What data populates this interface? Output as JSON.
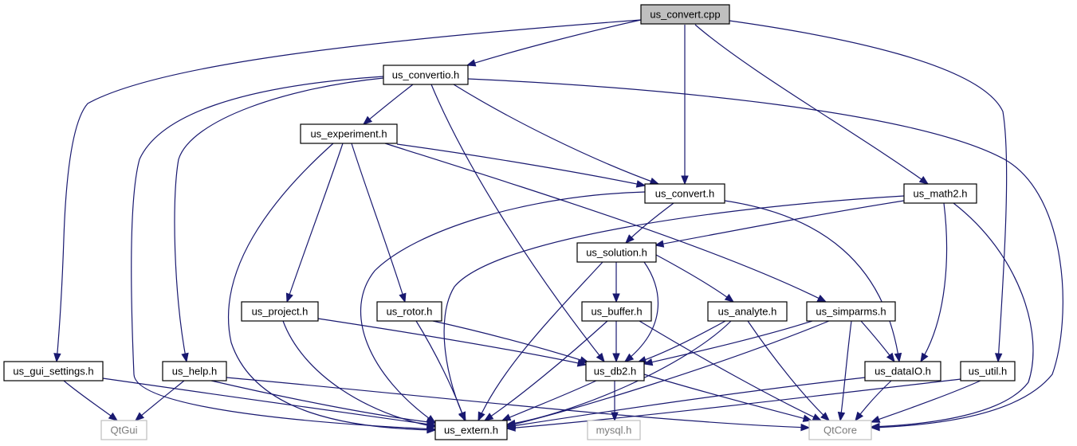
{
  "diagram": {
    "nodes": [
      {
        "id": "us_convert_cpp",
        "label": "us_convert.cpp",
        "kind": "root"
      },
      {
        "id": "us_convertio_h",
        "label": "us_convertio.h",
        "kind": "header"
      },
      {
        "id": "us_experiment_h",
        "label": "us_experiment.h",
        "kind": "header"
      },
      {
        "id": "us_convert_h",
        "label": "us_convert.h",
        "kind": "header"
      },
      {
        "id": "us_math2_h",
        "label": "us_math2.h",
        "kind": "header"
      },
      {
        "id": "us_solution_h",
        "label": "us_solution.h",
        "kind": "header"
      },
      {
        "id": "us_project_h",
        "label": "us_project.h",
        "kind": "header"
      },
      {
        "id": "us_rotor_h",
        "label": "us_rotor.h",
        "kind": "header"
      },
      {
        "id": "us_buffer_h",
        "label": "us_buffer.h",
        "kind": "header"
      },
      {
        "id": "us_analyte_h",
        "label": "us_analyte.h",
        "kind": "header"
      },
      {
        "id": "us_simparms_h",
        "label": "us_simparms.h",
        "kind": "header"
      },
      {
        "id": "us_gui_settings_h",
        "label": "us_gui_settings.h",
        "kind": "header"
      },
      {
        "id": "us_help_h",
        "label": "us_help.h",
        "kind": "header"
      },
      {
        "id": "us_db2_h",
        "label": "us_db2.h",
        "kind": "header"
      },
      {
        "id": "us_dataIO_h",
        "label": "us_dataIO.h",
        "kind": "header"
      },
      {
        "id": "us_util_h",
        "label": "us_util.h",
        "kind": "header"
      },
      {
        "id": "QtGui",
        "label": "QtGui",
        "kind": "external"
      },
      {
        "id": "us_extern_h",
        "label": "us_extern.h",
        "kind": "header"
      },
      {
        "id": "mysql_h",
        "label": "mysql.h",
        "kind": "external"
      },
      {
        "id": "QtCore",
        "label": "QtCore",
        "kind": "external"
      }
    ],
    "edges": [
      {
        "from": "us_convert_cpp",
        "to": "us_convertio_h"
      },
      {
        "from": "us_convert_cpp",
        "to": "us_gui_settings_h"
      },
      {
        "from": "us_convert_cpp",
        "to": "us_convert_h"
      },
      {
        "from": "us_convert_cpp",
        "to": "us_math2_h"
      },
      {
        "from": "us_convert_cpp",
        "to": "us_util_h"
      },
      {
        "from": "us_convertio_h",
        "to": "us_extern_h"
      },
      {
        "from": "us_convertio_h",
        "to": "us_help_h"
      },
      {
        "from": "us_convertio_h",
        "to": "us_experiment_h"
      },
      {
        "from": "us_convertio_h",
        "to": "us_db2_h"
      },
      {
        "from": "us_convertio_h",
        "to": "us_convert_h"
      },
      {
        "from": "us_convertio_h",
        "to": "QtCore"
      },
      {
        "from": "us_experiment_h",
        "to": "us_extern_h"
      },
      {
        "from": "us_experiment_h",
        "to": "us_project_h"
      },
      {
        "from": "us_experiment_h",
        "to": "us_rotor_h"
      },
      {
        "from": "us_experiment_h",
        "to": "us_convert_h"
      },
      {
        "from": "us_experiment_h",
        "to": "us_simparms_h"
      },
      {
        "from": "us_convert_h",
        "to": "us_extern_h"
      },
      {
        "from": "us_convert_h",
        "to": "us_solution_h"
      },
      {
        "from": "us_convert_h",
        "to": "us_dataIO_h"
      },
      {
        "from": "us_math2_h",
        "to": "us_extern_h"
      },
      {
        "from": "us_math2_h",
        "to": "us_solution_h"
      },
      {
        "from": "us_math2_h",
        "to": "us_dataIO_h"
      },
      {
        "from": "us_math2_h",
        "to": "QtCore"
      },
      {
        "from": "us_solution_h",
        "to": "us_extern_h"
      },
      {
        "from": "us_solution_h",
        "to": "us_buffer_h"
      },
      {
        "from": "us_solution_h",
        "to": "us_db2_h"
      },
      {
        "from": "us_solution_h",
        "to": "us_analyte_h"
      },
      {
        "from": "us_project_h",
        "to": "us_extern_h"
      },
      {
        "from": "us_project_h",
        "to": "us_db2_h"
      },
      {
        "from": "us_rotor_h",
        "to": "us_extern_h"
      },
      {
        "from": "us_rotor_h",
        "to": "us_db2_h"
      },
      {
        "from": "us_buffer_h",
        "to": "us_extern_h"
      },
      {
        "from": "us_buffer_h",
        "to": "us_db2_h"
      },
      {
        "from": "us_buffer_h",
        "to": "QtCore"
      },
      {
        "from": "us_analyte_h",
        "to": "us_db2_h"
      },
      {
        "from": "us_analyte_h",
        "to": "us_extern_h"
      },
      {
        "from": "us_analyte_h",
        "to": "QtCore"
      },
      {
        "from": "us_simparms_h",
        "to": "us_db2_h"
      },
      {
        "from": "us_simparms_h",
        "to": "us_extern_h"
      },
      {
        "from": "us_simparms_h",
        "to": "us_dataIO_h"
      },
      {
        "from": "us_simparms_h",
        "to": "QtCore"
      },
      {
        "from": "us_gui_settings_h",
        "to": "QtGui"
      },
      {
        "from": "us_gui_settings_h",
        "to": "us_extern_h"
      },
      {
        "from": "us_help_h",
        "to": "QtGui"
      },
      {
        "from": "us_help_h",
        "to": "us_extern_h"
      },
      {
        "from": "us_help_h",
        "to": "QtCore"
      },
      {
        "from": "us_db2_h",
        "to": "us_extern_h"
      },
      {
        "from": "us_db2_h",
        "to": "mysql_h"
      },
      {
        "from": "us_db2_h",
        "to": "QtCore"
      },
      {
        "from": "us_dataIO_h",
        "to": "us_extern_h"
      },
      {
        "from": "us_dataIO_h",
        "to": "QtCore"
      },
      {
        "from": "us_util_h",
        "to": "us_extern_h"
      },
      {
        "from": "us_util_h",
        "to": "QtCore"
      }
    ],
    "colors": {
      "edge": "#191970",
      "root_fill": "#bfbfbf",
      "node_border": "#000000",
      "external_border": "#bfbfbf",
      "external_text": "#7a7a7a"
    }
  }
}
